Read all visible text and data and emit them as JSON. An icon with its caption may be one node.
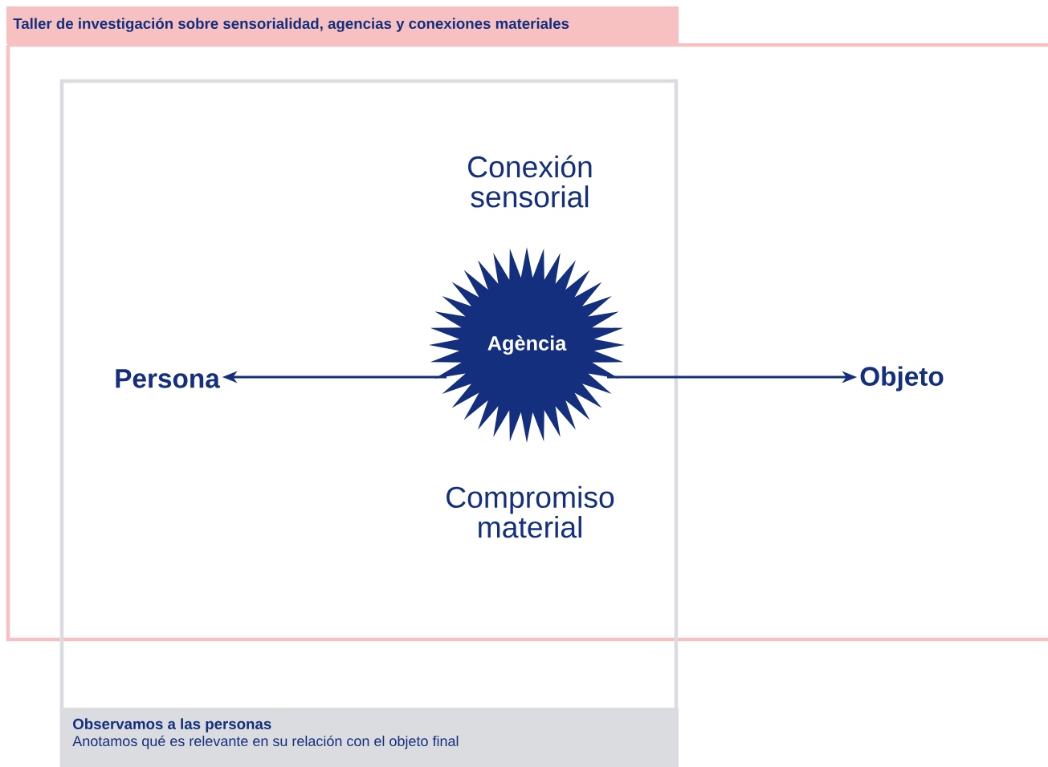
{
  "diagram": {
    "nodes": [
      {
        "text": [
          "Taller de investigación sobre sensorialidad, agencias y conexiones materiales"
        ]
      },
      {
        "text": [
          "Observamos a las personas",
          "Anotamos qué es relevante en su relación con el objeto final"
        ]
      },
      {
        "text": [
          "Agència"
        ],
        "in": 1
      },
      {
        "text": [
          "Persona"
        ],
        "in": 1
      },
      {
        "text": [
          "Objeto"
        ],
        "in": 0
      }
    ],
    "edges": [
      {
        "from": 2,
        "to": 3,
        "arrow": "to"
      },
      {
        "from": 2,
        "to": 4,
        "arrow": "to"
      }
    ],
    "labels": [
      "Conexión sensorial",
      "Compromiso material"
    ]
  }
}
